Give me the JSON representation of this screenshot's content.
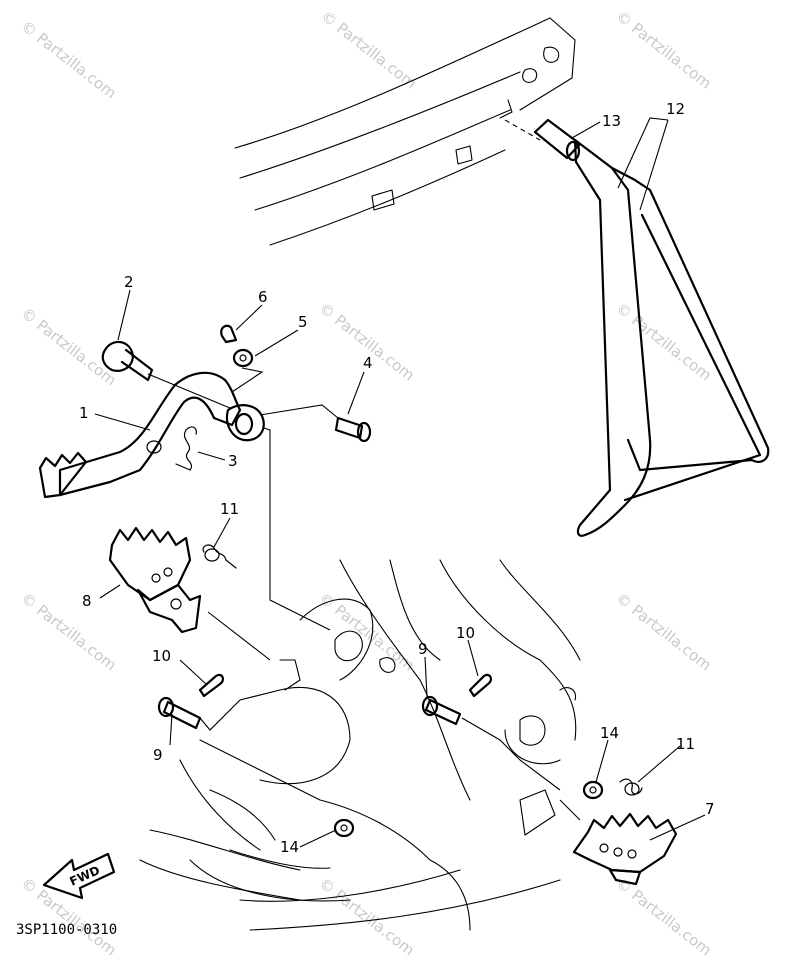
{
  "watermark": "© Partzilla.com",
  "diagram_code": "3SP1100-0310",
  "direction_label": "FWD",
  "callouts": {
    "c1": "1",
    "c2": "2",
    "c3": "3",
    "c4": "4",
    "c5": "5",
    "c6": "6",
    "c7": "7",
    "c8": "8",
    "c9a": "9",
    "c9b": "9",
    "c10a": "10",
    "c10b": "10",
    "c11a": "11",
    "c11b": "11",
    "c12": "12",
    "c13": "13",
    "c14a": "14",
    "c14b": "14"
  }
}
